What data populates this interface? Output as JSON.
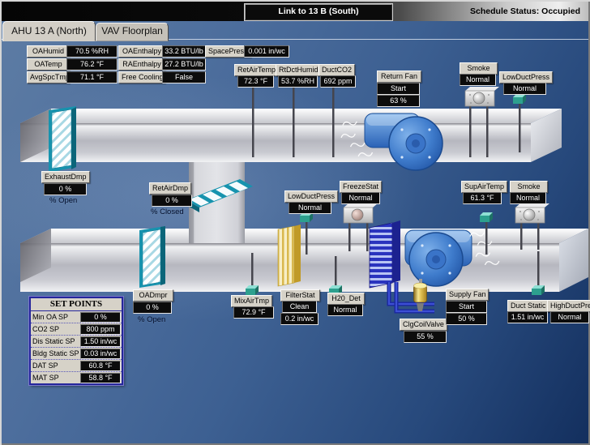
{
  "top_bar": {
    "link_label": "Link to 13 B (South)",
    "schedule_status": "Schedule Status: Occupied"
  },
  "tabs": {
    "ahu": "AHU 13 A (North)",
    "vav": "VAV Floorplan"
  },
  "points": {
    "oahumid": {
      "label": "OAHumid",
      "value": "70.5 %RH"
    },
    "oatemp": {
      "label": "OATemp",
      "value": "76.2 °F"
    },
    "avgspctmp": {
      "label": "AvgSpcTmp",
      "value": "71.1 °F"
    },
    "oaenthalpy": {
      "label": "OAEnthalpy",
      "value": "33.2 BTU/lb"
    },
    "raenthalpy": {
      "label": "RAEnthalpy",
      "value": "27.2 BTU/lb"
    },
    "freecooling": {
      "label": "Free Cooling",
      "value": "False"
    },
    "spacepress": {
      "label": "SpacePress",
      "value": "0.001 in/wc"
    },
    "retairtemp": {
      "label": "RetAirTemp",
      "value": "72.3 °F"
    },
    "rtdcthumid": {
      "label": "RtDctHumid",
      "value": "53.7 %RH"
    },
    "ductco2": {
      "label": "DuctCO2",
      "value": "692 ppm"
    },
    "returnfan": {
      "label": "Return Fan",
      "cmd": "Start",
      "speed": "63 %"
    },
    "smoke_return": {
      "label": "Smoke",
      "value": "Normal"
    },
    "lowductpress_return": {
      "label": "LowDuctPress",
      "value": "Normal"
    },
    "exhaustdmp": {
      "label": "ExhaustDmp",
      "value": "0 %",
      "note": "% Open"
    },
    "retairdmp": {
      "label": "RetAirDmp",
      "value": "0 %",
      "note": "% Closed"
    },
    "lowductpress_supply": {
      "label": "LowDuctPress",
      "value": "Normal"
    },
    "freezestat": {
      "label": "FreezeStat",
      "value": "Normal"
    },
    "supairtemp": {
      "label": "SupAirTemp",
      "value": "61.3 °F"
    },
    "smoke_supply": {
      "label": "Smoke",
      "value": "Normal"
    },
    "oadmpr": {
      "label": "OADmpr",
      "value": "0 %",
      "note": "% Open"
    },
    "mixairtmp": {
      "label": "MixAirTmp",
      "value": "72.9 °F"
    },
    "filterstat": {
      "label": "FilterStat",
      "status": "Clean",
      "dp": "0.2 in/wc"
    },
    "h2odet": {
      "label": "H20_Det",
      "value": "Normal"
    },
    "clgcoilvalve": {
      "label": "ClgCoilValve",
      "value": "55 %"
    },
    "supplyfan": {
      "label": "Supply Fan",
      "cmd": "Start",
      "speed": "50 %"
    },
    "ductstatic": {
      "label": "Duct Static",
      "value": "1.51 in/wc"
    },
    "highductpress": {
      "label": "HighDuctPress",
      "value": "Normal"
    }
  },
  "setpoints": {
    "title": "SET POINTS",
    "rows": [
      {
        "label": "Min OA SP",
        "value": "0 %"
      },
      {
        "label": "CO2 SP",
        "value": "800 ppm"
      },
      {
        "label": "Dis Static SP",
        "value": "1.50 in/wc"
      },
      {
        "label": "Bldg Static SP",
        "value": "0.03 in/wc"
      },
      {
        "label": "DAT SP",
        "value": "60.8 °F"
      },
      {
        "label": "MAT SP",
        "value": "58.8 °F"
      }
    ]
  },
  "colors": {
    "value_bg": "#0c0c0c",
    "panel_gray": "#d6d2c8",
    "damper_teal": "#1793ae",
    "filter_gold": "#d9b84e",
    "coil_navy": "#2a34be",
    "fan_blue": "#3f7ccc",
    "pipe_blue": "#2535c8",
    "setpoint_border_blue": "#26269c",
    "background_blue": "#3d6092"
  }
}
